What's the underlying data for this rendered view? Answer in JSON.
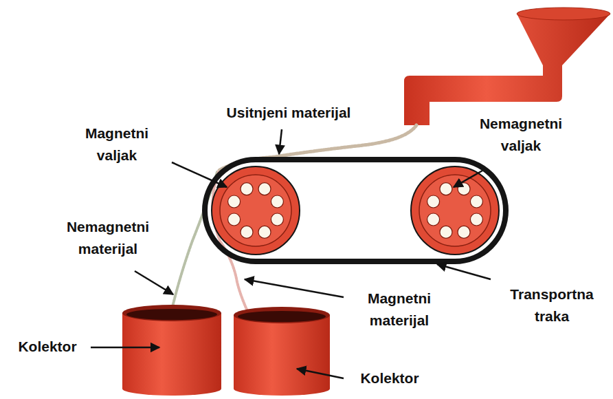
{
  "diagram": {
    "labels": [
      "Usitnjeni materijal",
      "Magnetni valjak",
      "Nemagnetni valjak",
      "Nemagnetni materijal",
      "Magnetni materijal",
      "Transportna traka",
      "Kolektor",
      "Kolektor"
    ]
  }
}
